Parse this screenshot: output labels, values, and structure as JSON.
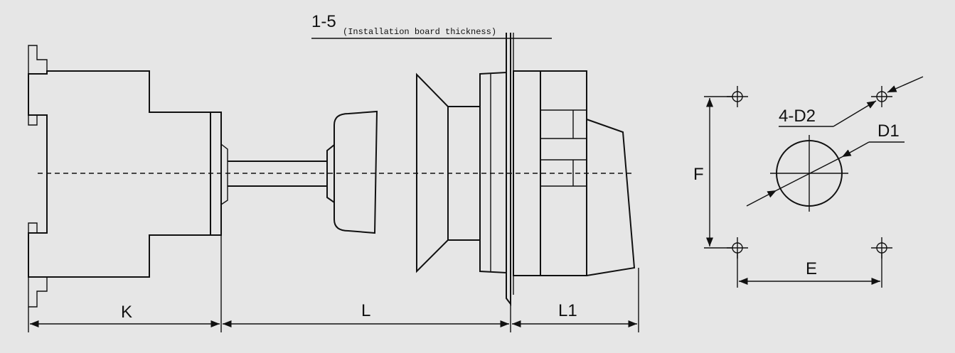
{
  "labels": {
    "thickness_value": "1-5",
    "thickness_note": "(Installation board thickness)",
    "dim_k": "K",
    "dim_l": "L",
    "dim_l1": "L1",
    "dim_e": "E",
    "dim_f": "F",
    "dim_d1": "D1",
    "dim_d2": "4-D2"
  },
  "colors": {
    "background": "#e6e6e6",
    "line": "#111111"
  }
}
